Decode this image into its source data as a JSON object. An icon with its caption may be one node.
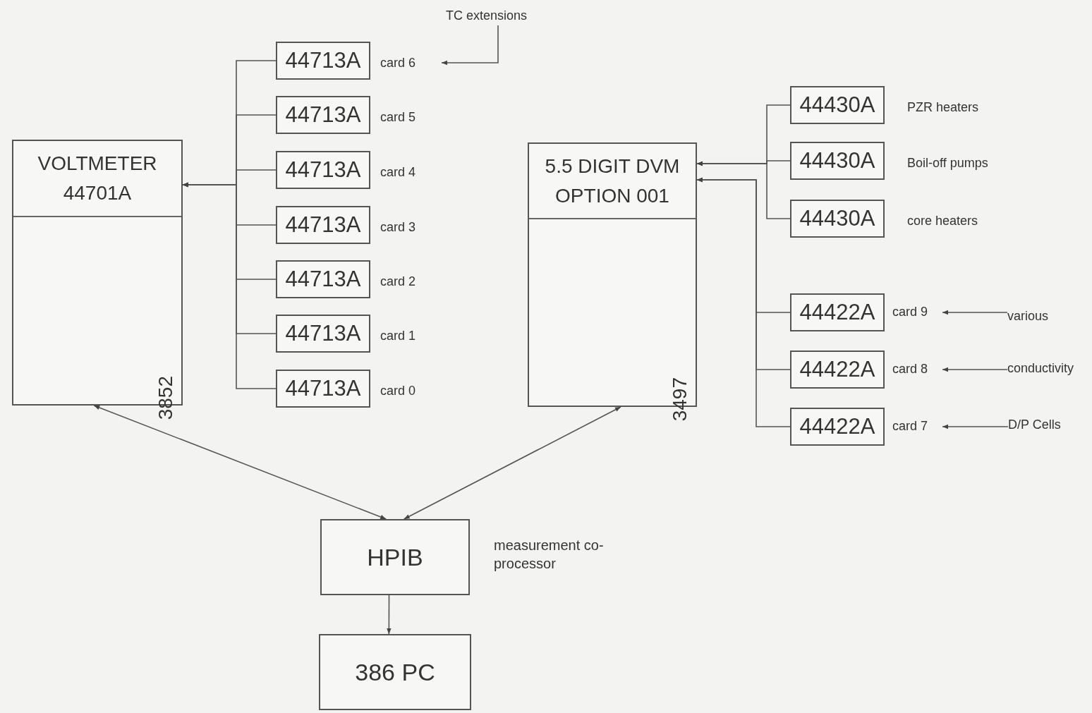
{
  "diagram": {
    "nodes": [
      {
        "text": [
          "TC extensions"
        ]
      },
      {
        "text": [
          "44713A"
        ],
        "beside": [
          "card 6"
        ]
      },
      {
        "text": [
          "44713A"
        ],
        "beside": [
          "card 5"
        ]
      },
      {
        "text": [
          "44713A"
        ],
        "beside": [
          "card 4"
        ]
      },
      {
        "text": [
          "44713A"
        ],
        "beside": [
          "card 3"
        ]
      },
      {
        "text": [
          "44713A"
        ],
        "beside": [
          "card 2"
        ]
      },
      {
        "text": [
          "44713A"
        ],
        "beside": [
          "card 1"
        ]
      },
      {
        "text": [
          "44713A"
        ],
        "beside": [
          "card 0"
        ]
      },
      {
        "text": [
          "VOLTMETER 44701A",
          "3852"
        ]
      },
      {
        "text": [
          "5.5 DIGIT DVM OPTION 001",
          "3497"
        ]
      },
      {
        "text": [
          "44430A"
        ],
        "beside": [
          "PZR heaters"
        ]
      },
      {
        "text": [
          "44430A"
        ],
        "beside": [
          "Boil-off pumps"
        ]
      },
      {
        "text": [
          "44430A"
        ],
        "beside": [
          "core heaters"
        ]
      },
      {
        "text": [
          "44422A"
        ],
        "beside": [
          "card 9"
        ]
      },
      {
        "text": [
          "44422A"
        ],
        "beside": [
          "card 8"
        ]
      },
      {
        "text": [
          "44422A"
        ],
        "beside": [
          "card 7"
        ]
      },
      {
        "text": [
          "various"
        ]
      },
      {
        "text": [
          "conductivity"
        ]
      },
      {
        "text": [
          "D/P Cells"
        ]
      },
      {
        "text": [
          "HPIB"
        ],
        "beside": [
          "measurement co-processor"
        ]
      },
      {
        "text": [
          "386 PC"
        ]
      }
    ],
    "edges": [
      {
        "from": 0,
        "to": 1,
        "arrow": "to"
      },
      {
        "from": 1,
        "to": 8,
        "arrow": "to"
      },
      {
        "from": 2,
        "to": 8,
        "arrow": "to"
      },
      {
        "from": 3,
        "to": 8,
        "arrow": "to"
      },
      {
        "from": 4,
        "to": 8,
        "arrow": "to"
      },
      {
        "from": 5,
        "to": 8,
        "arrow": "to"
      },
      {
        "from": 6,
        "to": 8,
        "arrow": "to"
      },
      {
        "from": 7,
        "to": 8,
        "arrow": "to"
      },
      {
        "from": 10,
        "to": 9,
        "arrow": "to"
      },
      {
        "from": 11,
        "to": 9,
        "arrow": "to"
      },
      {
        "from": 12,
        "to": 9,
        "arrow": "to"
      },
      {
        "from": 13,
        "to": 9,
        "arrow": "to"
      },
      {
        "from": 14,
        "to": 9,
        "arrow": "to"
      },
      {
        "from": 15,
        "to": 9,
        "arrow": "to"
      },
      {
        "from": 16,
        "to": 13,
        "arrow": "to"
      },
      {
        "from": 17,
        "to": 14,
        "arrow": "to"
      },
      {
        "from": 18,
        "to": 15,
        "arrow": "to"
      },
      {
        "from": 8,
        "to": 19,
        "arrow": "both"
      },
      {
        "from": 9,
        "to": 19,
        "arrow": "both"
      },
      {
        "from": 19,
        "to": 20,
        "arrow": "to"
      }
    ]
  }
}
